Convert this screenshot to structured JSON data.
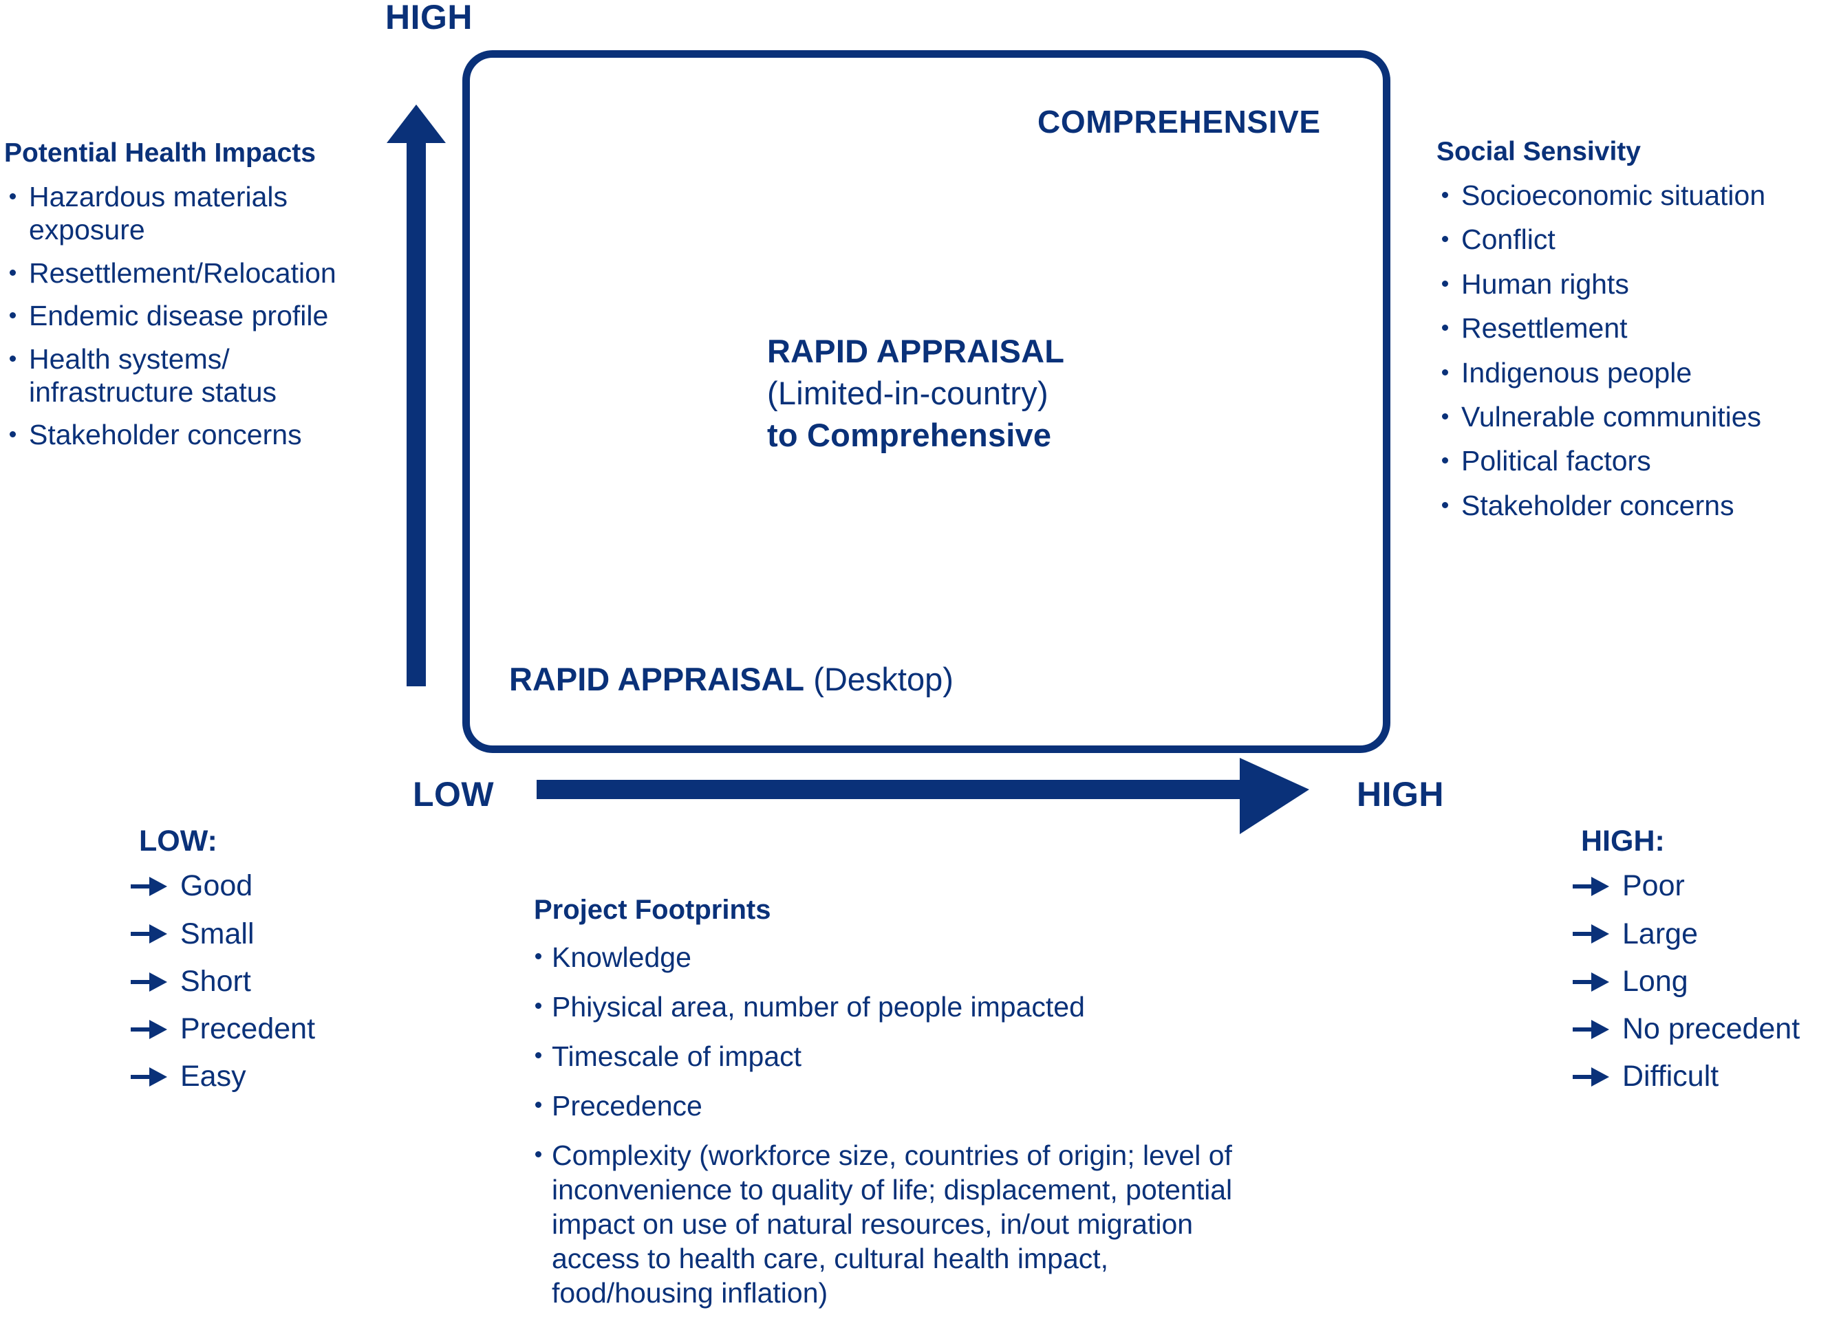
{
  "theme": {
    "ink": "#0a3179",
    "background": "#ffffff"
  },
  "axes": {
    "y_top_label": "HIGH",
    "x_left_label": "LOW",
    "x_right_label": "HIGH"
  },
  "matrix": {
    "top_right_label": "COMPREHENSIVE",
    "center": {
      "line1": "RAPID APPRAISAL",
      "line2": "(Limited-in-country)",
      "line3": "to Comprehensive"
    },
    "bottom_left": {
      "bold": "RAPID APPRAISAL",
      "regular": "(Desktop)"
    }
  },
  "health_impacts": {
    "heading": "Potential Health Impacts",
    "items": [
      "Hazardous materials exposure",
      "Resettlement/Relocation",
      "Endemic disease profile",
      "Health systems/ infrastructure status",
      "Stakeholder concerns"
    ]
  },
  "social_sensitivity": {
    "heading": "Social Sensivity",
    "items": [
      "Socioeconomic situation",
      "Conflict",
      "Human rights",
      "Resettlement",
      "Indigenous people",
      "Vulnerable communities",
      "Political factors",
      "Stakeholder concerns"
    ]
  },
  "project_footprints": {
    "heading": "Project Footprints",
    "items": [
      "Knowledge",
      "Phiysical area, number of people impacted",
      "Timescale of impact",
      "Precedence",
      "Complexity (workforce size, countries of origin; level of inconvenience to quality of life; displacement, potential impact on use of natural resources, in/out migration access to health care, cultural health impact, food/housing inflation)"
    ]
  },
  "low_legend": {
    "heading": "LOW:",
    "items": [
      "Good",
      "Small",
      "Short",
      "Precedent",
      "Easy"
    ]
  },
  "high_legend": {
    "heading": "HIGH:",
    "items": [
      "Poor",
      "Large",
      "Long",
      "No precedent",
      "Difficult"
    ]
  },
  "icons": {
    "bullet": "bullet-dot-icon",
    "arrow_right": "arrow-right-icon",
    "axis_up": "axis-arrow-up-icon",
    "axis_right": "axis-arrow-right-icon"
  }
}
